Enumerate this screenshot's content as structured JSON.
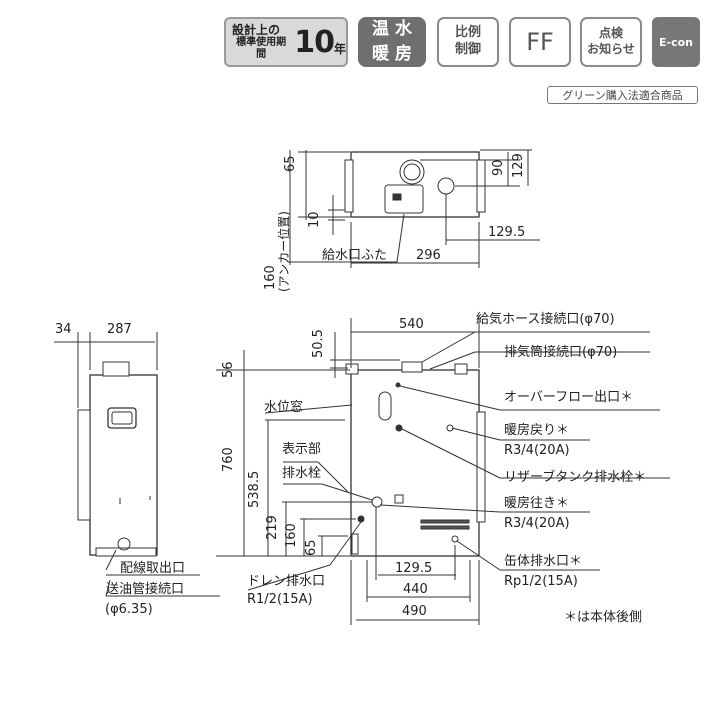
{
  "badges": {
    "design_life_line1": "設計上の",
    "design_life_line2": "標準使用期間",
    "design_life_years": "10",
    "design_life_unit": "年",
    "hot_water_1": "温",
    "hot_water_2": "水",
    "hot_water_3": "暖",
    "hot_water_4": "房",
    "proportional_1": "比例",
    "proportional_2": "制御",
    "ff": "FF",
    "inspection_1": "点検",
    "inspection_2": "お知らせ",
    "econ": "E-con",
    "green_purchase": "グリーン購入法適合商品"
  },
  "top_view": {
    "dim_65": "65",
    "dim_90": "90",
    "dim_129": "129",
    "dim_10": "10",
    "dim_1295": "129.5",
    "dim_296": "296",
    "dim_160": "160",
    "anchor_label": "(アンカー位置)",
    "water_cover": "給水口ふた"
  },
  "side_view": {
    "dim_34": "34",
    "dim_287": "287",
    "wiring_outlet": "配線取出口",
    "oil_pipe": "送油管接続口",
    "oil_pipe_size": "(φ6.35)"
  },
  "front_view": {
    "dim_540": "540",
    "dim_505": "50.5",
    "dim_56": "56",
    "dim_760": "760",
    "dim_5385": "538.5",
    "dim_219": "219",
    "dim_160": "160",
    "dim_65": "65",
    "dim_1295": "129.5",
    "dim_440": "440",
    "dim_490": "490",
    "water_level": "水位窓",
    "display": "表示部",
    "drain_plug": "排水栓",
    "drain_outlet": "ドレン排水口",
    "drain_outlet_size": "R1/2(15A)",
    "air_hose": "給気ホース接続口(φ70)",
    "exhaust": "排気筒接続口(φ70)",
    "overflow": "オーバーフロー出口＊",
    "heating_return": "暖房戻り＊",
    "heating_return_size": "R3/4(20A)",
    "reserve_drain": "リザーブタンク排水栓＊",
    "heating_supply": "暖房往き＊",
    "heating_supply_size": "R3/4(20A)",
    "can_drain": "缶体排水口＊",
    "can_drain_size": "Rp1/2(15A)",
    "rear_note": "＊は本体後側"
  }
}
